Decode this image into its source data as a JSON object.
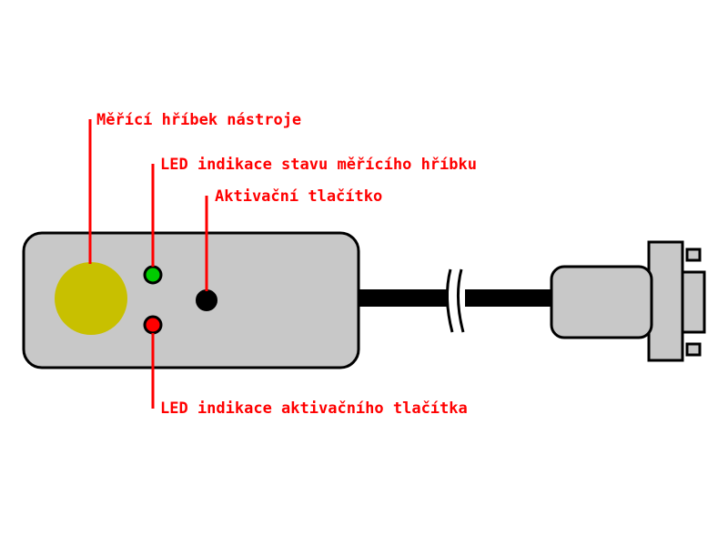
{
  "labels": {
    "probe": "Měřící hříbek nástroje",
    "led_status": "LED indikace stavu měřícího hříbku",
    "button": "Aktivační tlačítko",
    "led_button": "LED indikace aktivačního tlačítka"
  },
  "colors": {
    "annotation": "#ff0000",
    "housing": "#c8c8c8",
    "outline": "#000000",
    "probe": "#c8c000",
    "led_green": "#00cc00",
    "led_red": "#ff0000",
    "button": "#000000",
    "cable": "#000000"
  }
}
